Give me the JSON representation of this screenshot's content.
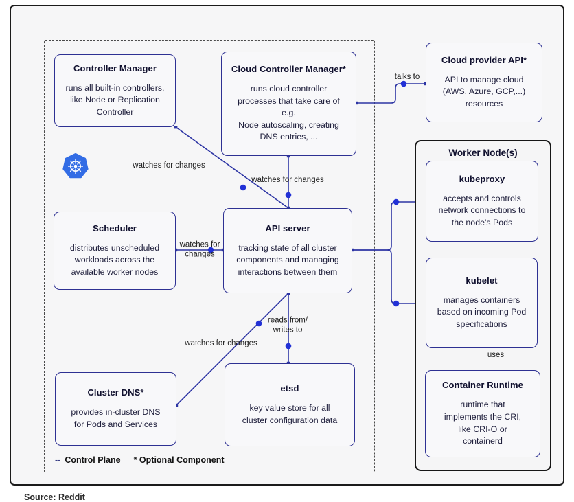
{
  "source_caption": "Source: Reddit",
  "colors": {
    "frame_border": "#1b1b1b",
    "box_border": "#2e3193",
    "connector_line": "#2d35a4",
    "dot": "#2231d6",
    "box_fill": "#f8f8fa",
    "canvas_fill": "#f6f6f7",
    "title_text": "#10102e",
    "body_text": "#20203d",
    "kubernetes_blue": "#326ce5"
  },
  "boxes": {
    "controller_manager": {
      "title": "Controller Manager",
      "body": "runs all built-in controllers,\nlike Node or Replication\nController"
    },
    "cloud_controller_manager": {
      "title": "Cloud Controller Manager*",
      "body": "runs cloud controller\nprocesses that take care of\ne.g.\nNode autoscaling, creating\nDNS entries, ..."
    },
    "cloud_provider_api": {
      "title": "Cloud provider API*",
      "body": "API to manage cloud\n(AWS, Azure, GCP,...)\nresources"
    },
    "worker_node": {
      "title": "Worker Node(s)"
    },
    "kubeproxy": {
      "title": "kubeproxy",
      "body": "accepts and controls\nnetwork connections to\nthe node's Pods"
    },
    "kubelet": {
      "title": "kubelet",
      "body": "manages containers\nbased on incoming Pod\nspecifications"
    },
    "container_runtime": {
      "title": "Container Runtime",
      "body": "runtime that\nimplements the CRI,\nlike CRI-O or\ncontainerd"
    },
    "scheduler": {
      "title": "Scheduler",
      "body": "distributes unscheduled\nworkloads across the\navailable worker nodes"
    },
    "api_server": {
      "title": "API server",
      "body": "tracking state of all cluster\ncomponents and managing\ninteractions between them"
    },
    "etsd": {
      "title": "etsd",
      "body": "key value store for all\ncluster configuration data"
    },
    "cluster_dns": {
      "title": "Cluster DNS*",
      "body": "provides in-cluster DNS\nfor Pods and Services"
    }
  },
  "labels": {
    "talks_to": "talks to",
    "watches_controller_manager": "watches for changes",
    "watches_cloud_controller_manager": "watches for changes",
    "watches_scheduler": "watches for\nchanges",
    "reads_writes": "reads from/\nwrites to",
    "watches_cluster_dns": "watches for changes",
    "uses": "uses"
  },
  "legend": {
    "dash": "--",
    "control_plane": "Control Plane",
    "optional_component": "* Optional Component"
  }
}
